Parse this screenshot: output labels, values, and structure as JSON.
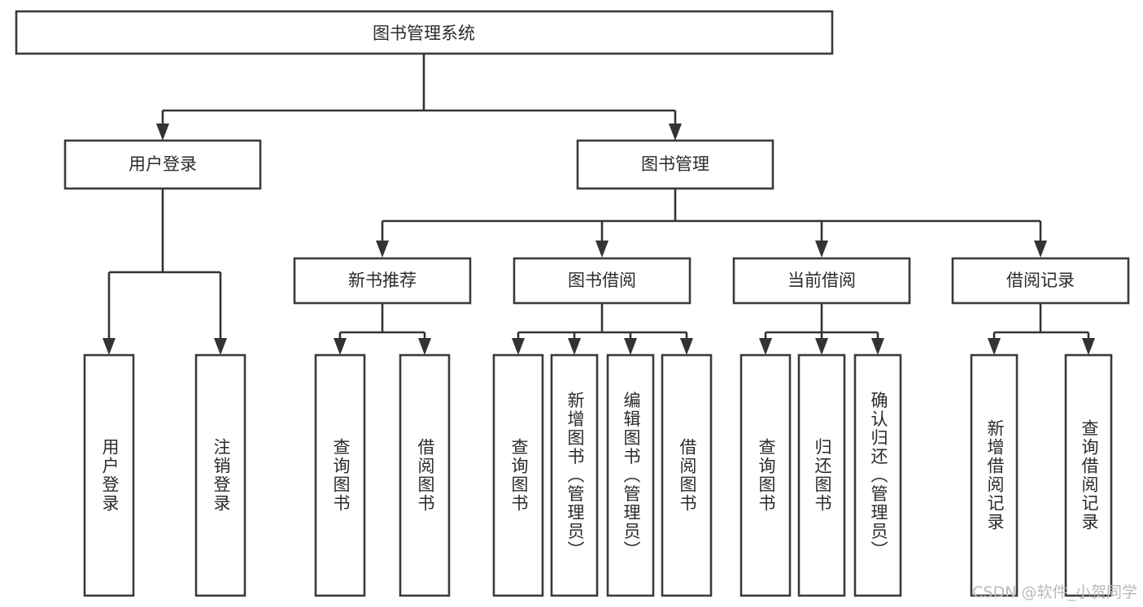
{
  "diagram": {
    "type": "tree-hierarchy-flowchart",
    "orientation": "top-down",
    "root": {
      "id": "root",
      "label": "图书管理系统"
    },
    "level2": [
      {
        "id": "user-login",
        "label": "用户登录"
      },
      {
        "id": "book-manage",
        "label": "图书管理"
      }
    ],
    "level3": [
      {
        "id": "new-book-recommend",
        "label": "新书推荐",
        "parent": "book-manage"
      },
      {
        "id": "book-borrow",
        "label": "图书借阅",
        "parent": "book-manage"
      },
      {
        "id": "current-borrow",
        "label": "当前借阅",
        "parent": "book-manage"
      },
      {
        "id": "borrow-record",
        "label": "借阅记录",
        "parent": "book-manage"
      }
    ],
    "leaves": [
      {
        "id": "leaf-user-login",
        "label": "用户登录",
        "parent": "user-login"
      },
      {
        "id": "leaf-logout-login",
        "label": "注销登录",
        "parent": "user-login"
      },
      {
        "id": "leaf-query-book-1",
        "label": "查询图书",
        "parent": "new-book-recommend"
      },
      {
        "id": "leaf-borrow-book-1",
        "label": "借阅图书",
        "parent": "new-book-recommend"
      },
      {
        "id": "leaf-query-book-2",
        "label": "查询图书",
        "parent": "book-borrow"
      },
      {
        "id": "leaf-add-book",
        "label": "新增图书（管理员）",
        "parent": "book-borrow"
      },
      {
        "id": "leaf-edit-book",
        "label": "编辑图书（管理员）",
        "parent": "book-borrow"
      },
      {
        "id": "leaf-borrow-book-2",
        "label": "借阅图书",
        "parent": "book-borrow"
      },
      {
        "id": "leaf-query-book-3",
        "label": "查询图书",
        "parent": "current-borrow"
      },
      {
        "id": "leaf-return-book",
        "label": "归还图书",
        "parent": "current-borrow"
      },
      {
        "id": "leaf-confirm-return",
        "label": "确认归还（管理员）",
        "parent": "current-borrow"
      },
      {
        "id": "leaf-add-record",
        "label": "新增借阅记录",
        "parent": "borrow-record"
      },
      {
        "id": "leaf-query-record",
        "label": "查询借阅记录",
        "parent": "borrow-record"
      }
    ],
    "watermark": "CSDN @软件_小贺同学",
    "colors": {
      "box_stroke": "#3a3a3a",
      "box_fill": "#ffffff",
      "connector": "#333333",
      "text": "#2b2b2b",
      "watermark": "#b9b9b9",
      "background": "#ffffff"
    }
  }
}
